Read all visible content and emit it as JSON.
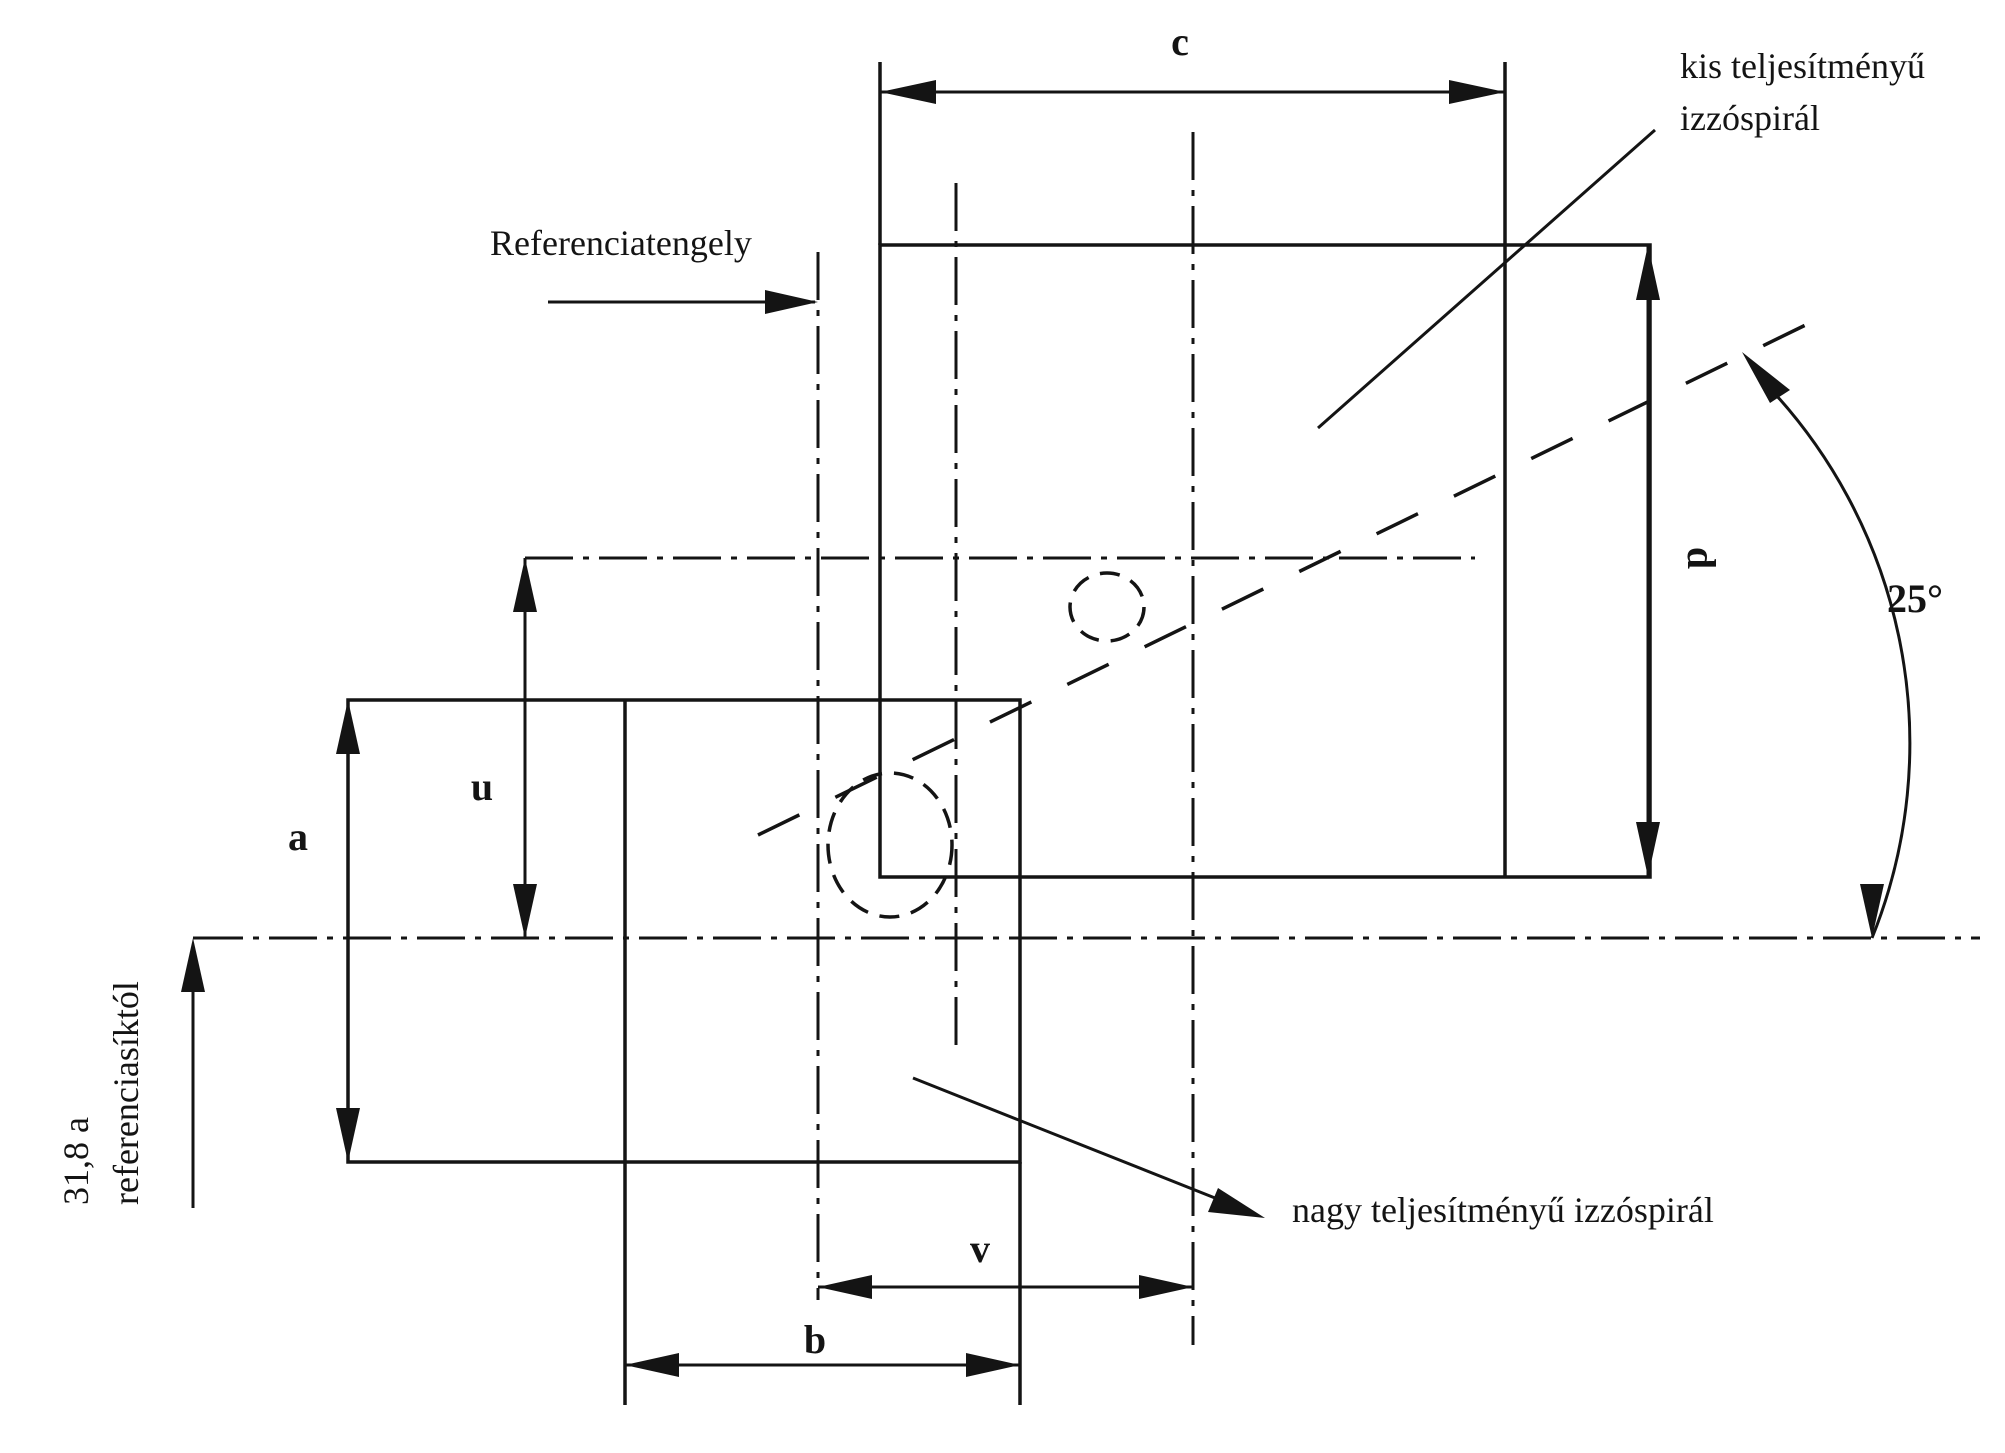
{
  "labels": {
    "c": "c",
    "d": "d",
    "u": "u",
    "a": "a",
    "v": "v",
    "b": "b",
    "angle": "25°",
    "reference_axis": "Referenciatengely",
    "low_power_filament_line1": "kis teljesítményű",
    "low_power_filament_line2": "izzóspirál",
    "high_power_filament": "nagy teljesítményű izzóspirál",
    "reference_plane_line1": "31,8 a",
    "reference_plane_line2": "referenciasíktól"
  }
}
